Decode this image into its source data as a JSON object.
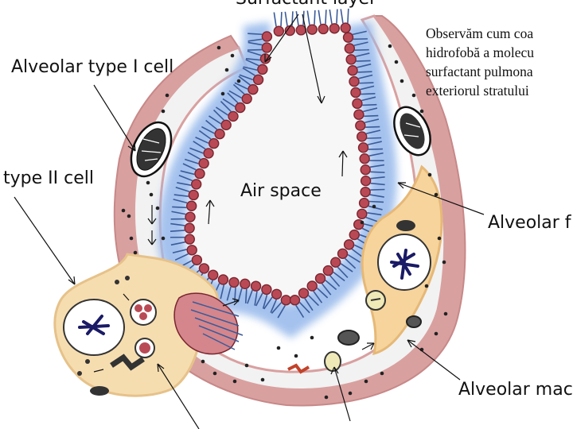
{
  "labels": {
    "top_cut": "Surfactant layer",
    "type1": "Alveolar type I cell",
    "type2": "type II cell",
    "air": "Air space",
    "fluid": "Alveolar f",
    "macro": "Alveolar mac"
  },
  "caption_lines": [
    "Observăm cum coa",
    "hidrofobă a molecu",
    "surfactant pulmona",
    "exteriorul stratului"
  ],
  "colors": {
    "outer_wall": "#d9a0a0",
    "interstitium": "#f2f2f2",
    "membrane_glow": "#9bbcec",
    "phospholipid_head": "#b94a55",
    "phospholipid_tail": "#3a5a99",
    "type2_cell": "#f6ddb0",
    "fluid_cell": "#f6d49c"
  }
}
